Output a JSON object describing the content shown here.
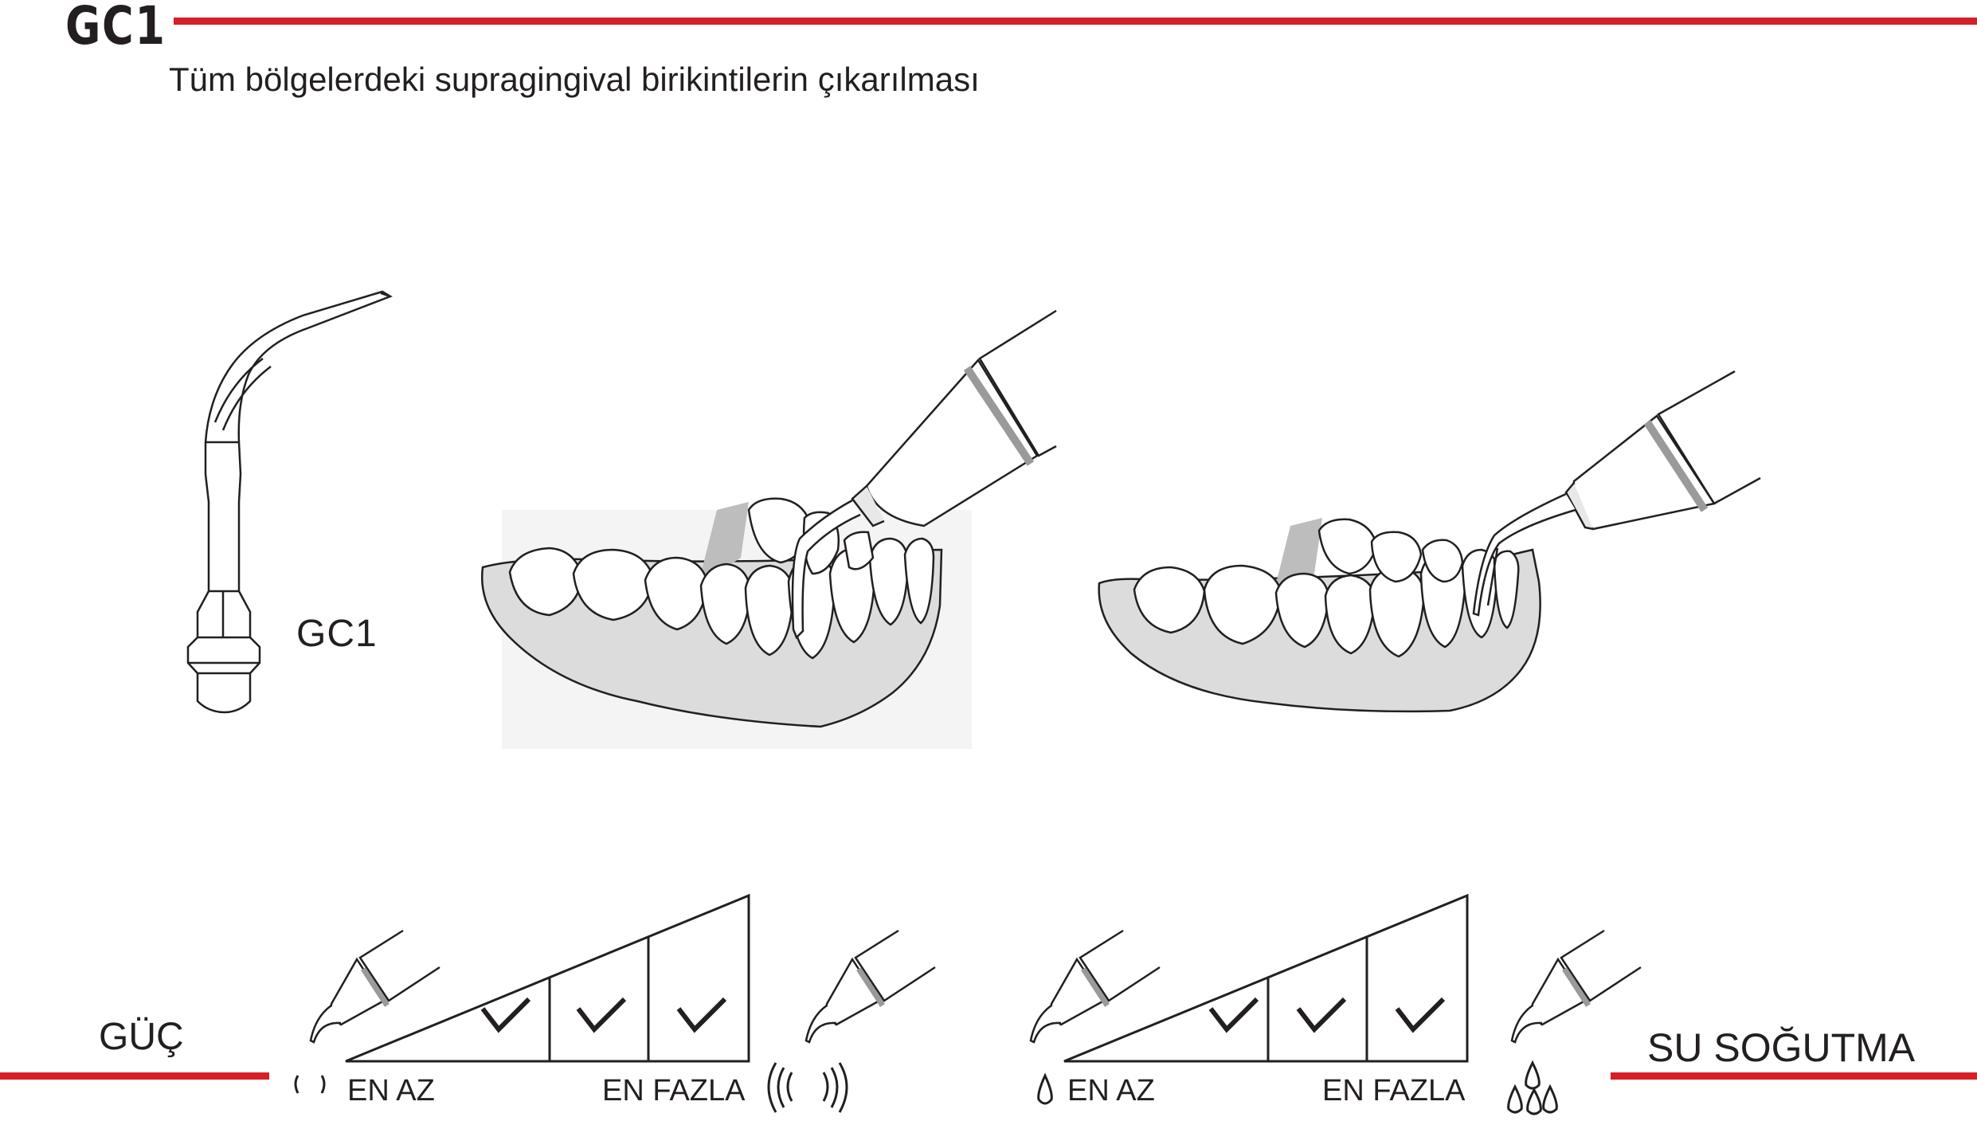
{
  "header": {
    "code": "GC1",
    "subtitle": "Tüm bölgelerdeki supragingival birikintilerin çıkarılması",
    "accent_color": "#d71f26"
  },
  "tip": {
    "label": "GC1"
  },
  "power": {
    "label": "GÜÇ",
    "min_label": "EN AZ",
    "max_label": "EN FAZLA",
    "checked_segments": 3,
    "total_segments": 3,
    "min_icon": "low-vibration-icon",
    "max_icon": "high-vibration-icon"
  },
  "water": {
    "label": "SU SOĞUTMA",
    "min_label": "EN AZ",
    "max_label": "EN FAZLA",
    "checked_segments": 3,
    "total_segments": 3,
    "min_icon": "single-drop-icon",
    "max_icon": "multiple-drops-icon"
  }
}
